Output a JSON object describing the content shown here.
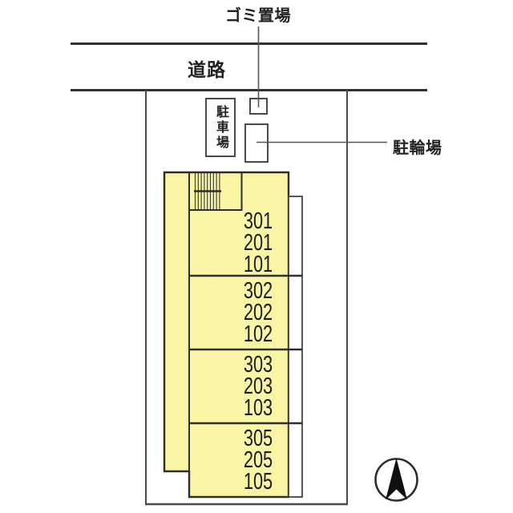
{
  "labels": {
    "garbage": "ゴミ置場",
    "road": "道路",
    "parking": "駐車場",
    "bicycle_parking": "駐輪場"
  },
  "building": {
    "units": [
      {
        "rooms": [
          "301",
          "201",
          "101"
        ]
      },
      {
        "rooms": [
          "302",
          "202",
          "102"
        ]
      },
      {
        "rooms": [
          "303",
          "203",
          "103"
        ]
      },
      {
        "rooms": [
          "305",
          "205",
          "105"
        ]
      }
    ]
  },
  "icons": {
    "compass": "north-arrow-icon",
    "stairs": "staircase-hatch-icon"
  },
  "colors": {
    "building_fill": "#F9F5A5",
    "outline": "#2E2E2E",
    "boundary": "#4A4A4A",
    "leader": "#555555"
  }
}
